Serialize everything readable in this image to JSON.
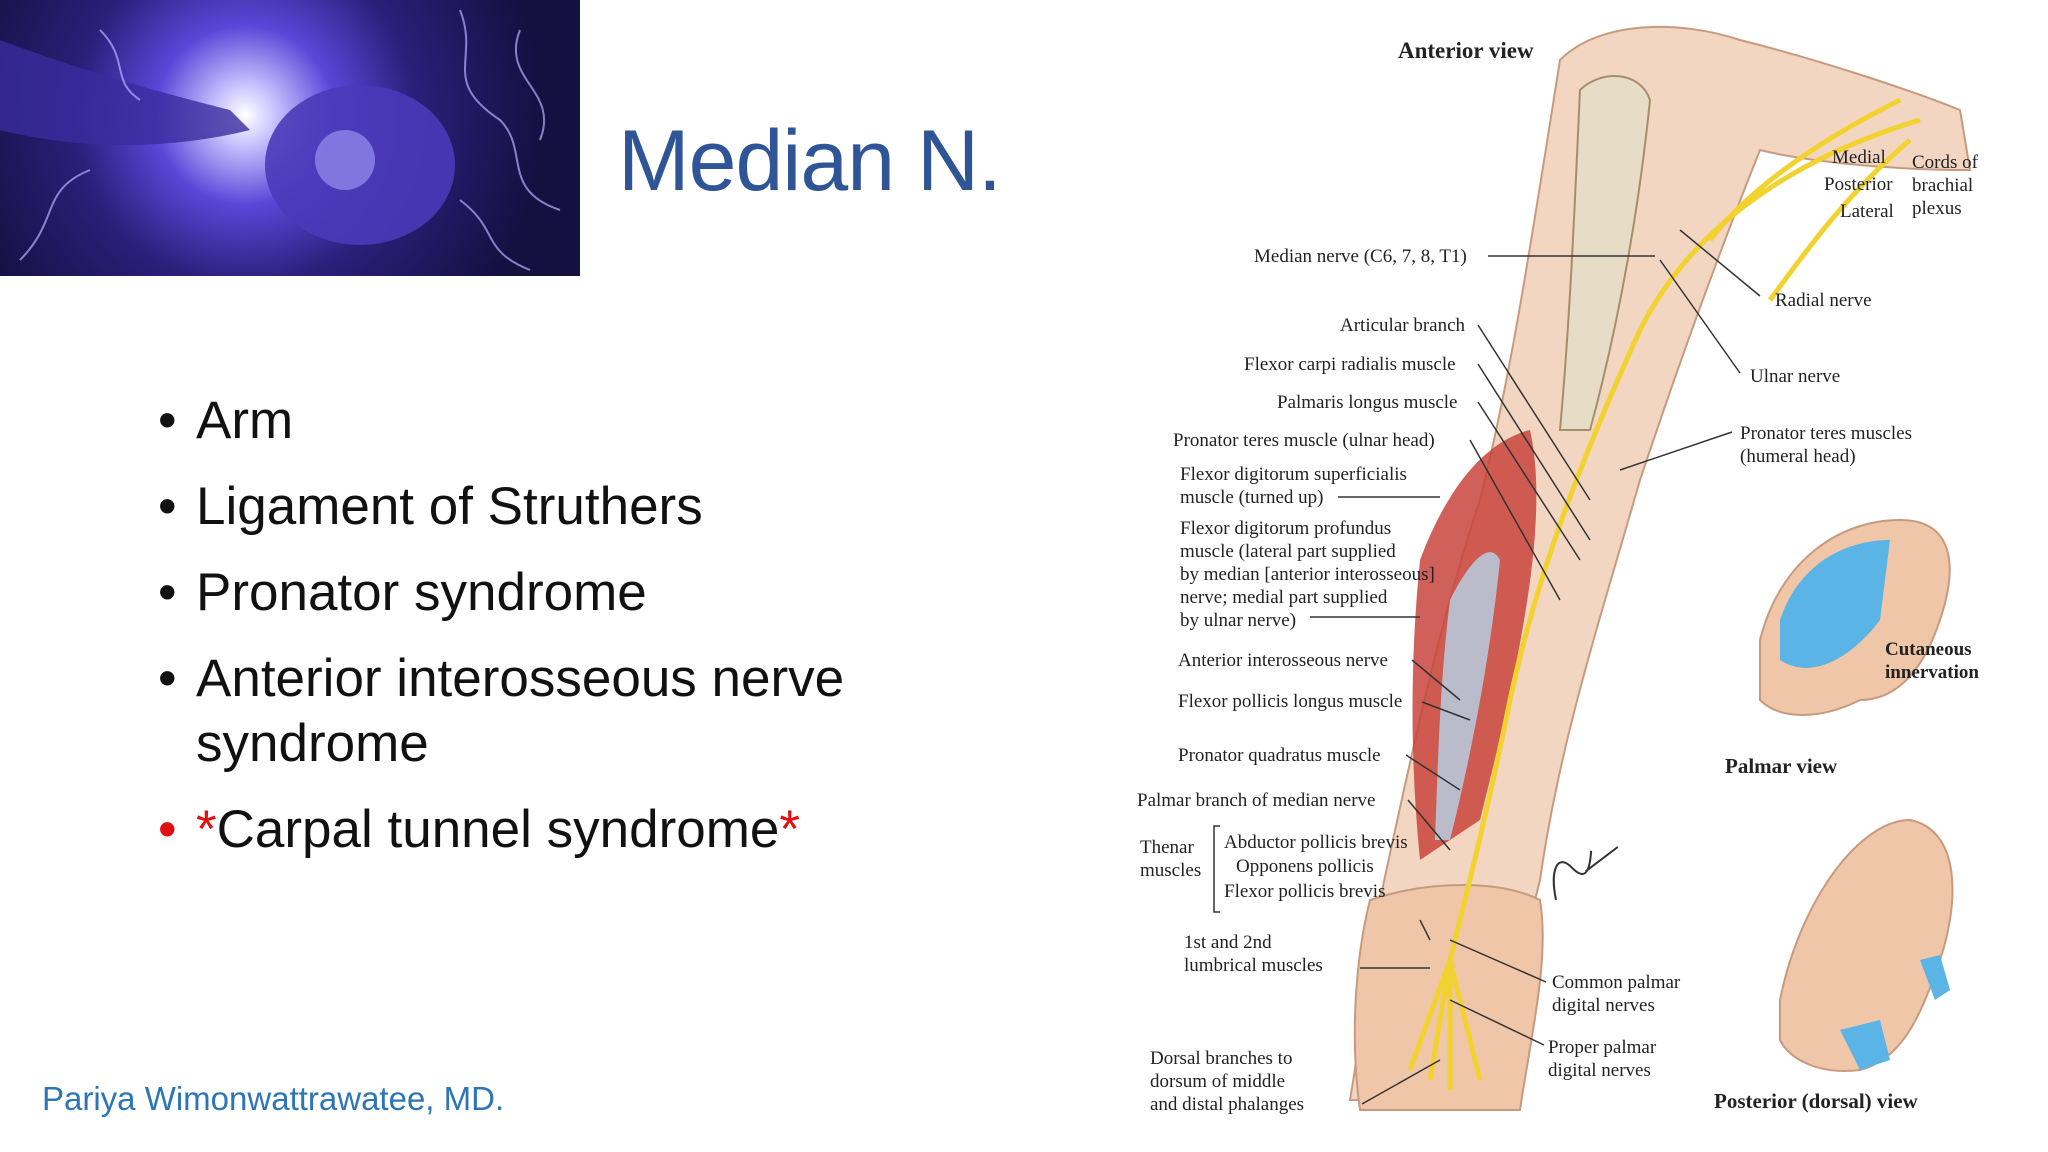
{
  "slide": {
    "title": "Median N.",
    "bullets": [
      {
        "text": "Arm"
      },
      {
        "text": "Ligament of Struthers"
      },
      {
        "text": "Pronator syndrome"
      },
      {
        "text": "Anterior interosseous nerve syndrome"
      }
    ],
    "highlight_bullet": {
      "star_left": "*",
      "text": "Carpal tunnel syndrome",
      "star_right": "*"
    },
    "author": "Pariya Wimonwattrawatee, MD."
  },
  "figure": {
    "anterior_view": "Anterior view",
    "palmar_view": "Palmar view",
    "posterior_view": "Posterior (dorsal) view",
    "cutaneous": [
      "Cutaneous",
      "innervation"
    ],
    "cords": {
      "medial": "Medial",
      "posterior": "Posterior",
      "lateral": "Lateral",
      "group": [
        "Cords of",
        "brachial",
        "plexus"
      ]
    },
    "median_nerve": "Median nerve (C6, 7, 8, T1)",
    "radial_nerve": "Radial nerve",
    "ulnar_nerve": "Ulnar nerve",
    "pronator_teres_humeral": [
      "Pronator teres muscles",
      "(humeral head)"
    ],
    "articular_branch": "Articular branch",
    "fcr": "Flexor carpi radialis muscle",
    "palmaris": "Palmaris longus muscle",
    "pronator_teres_ulnar": "Pronator teres muscle (ulnar head)",
    "fds": [
      "Flexor digitorum superficialis",
      "muscle (turned up)"
    ],
    "fdp": [
      "Flexor digitorum profundus",
      "muscle (lateral part supplied",
      "by median [anterior interosseous]",
      "nerve; medial part supplied",
      "by ulnar nerve)"
    ],
    "ain": "Anterior interosseous nerve",
    "fpl": "Flexor pollicis longus muscle",
    "pq": "Pronator quadratus muscle",
    "palmar_branch": "Palmar branch of median nerve",
    "thenar": [
      "Thenar",
      "muscles"
    ],
    "apb": "Abductor pollicis brevis",
    "op": "Opponens pollicis",
    "fpb": "Flexor pollicis brevis",
    "lumbrical": [
      "1st and 2nd",
      "lumbrical muscles"
    ],
    "dorsal_branches": [
      "Dorsal branches to",
      "dorsum of middle",
      "and distal phalanges"
    ],
    "common_palmar": [
      "Common palmar",
      "digital nerves"
    ],
    "proper_palmar": [
      "Proper palmar",
      "digital nerves"
    ],
    "signature": "F. Netter M.D."
  },
  "colors": {
    "title": "#2f5597",
    "accent_red": "#e01010",
    "author": "#2e75b6",
    "nerve": "#f2d22e",
    "innervation": "#5ab4e6"
  }
}
